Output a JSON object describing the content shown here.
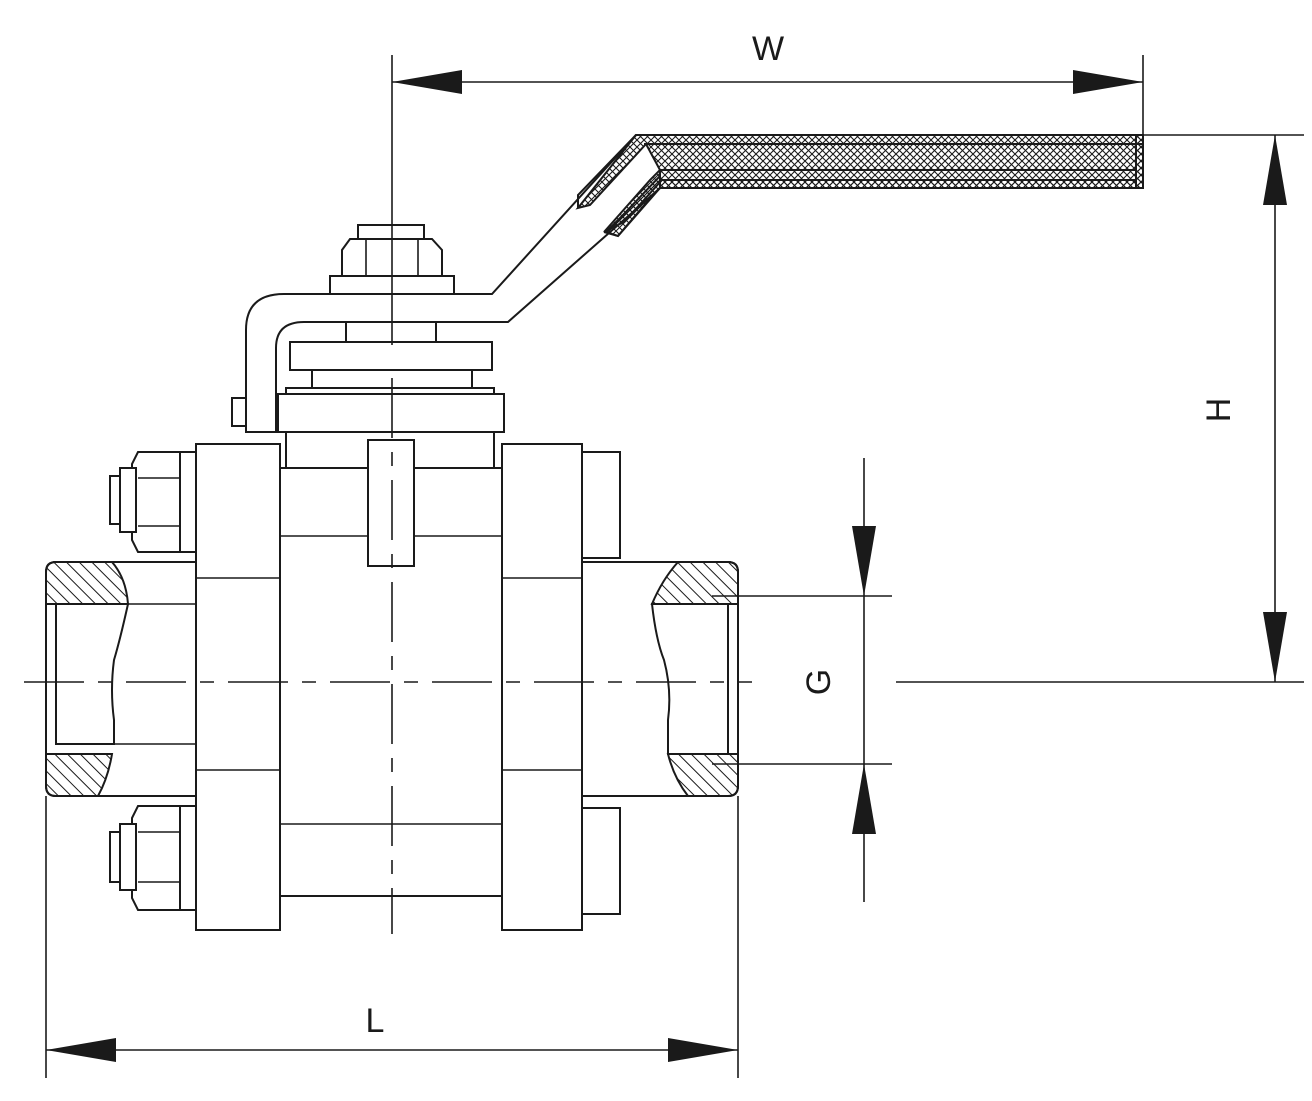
{
  "diagram": {
    "labels": {
      "width": "W",
      "height": "H",
      "length": "L",
      "port": "G"
    }
  }
}
